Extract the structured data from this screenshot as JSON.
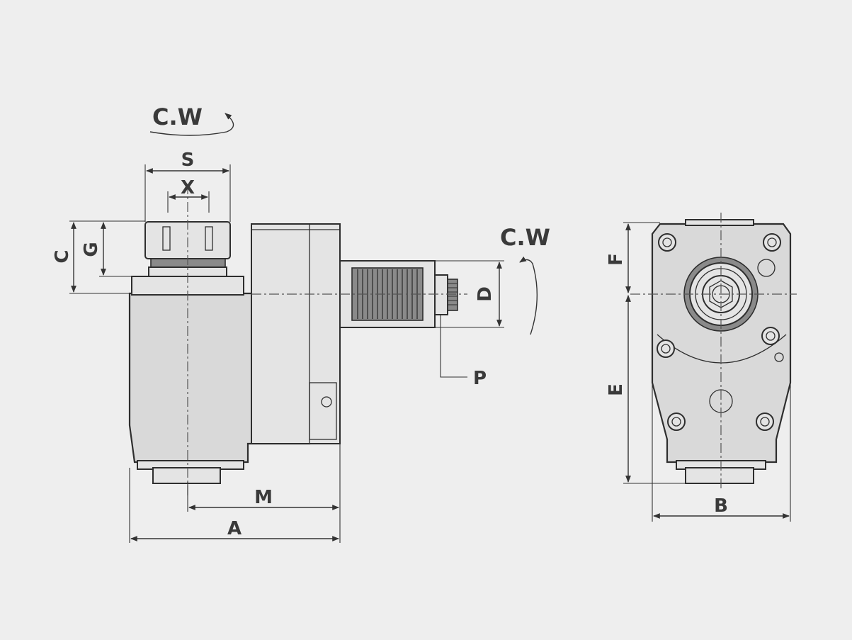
{
  "labels": {
    "cw_top": "C.W",
    "cw_right": "C.W",
    "S": "S",
    "X": "X",
    "C": "C",
    "G": "G",
    "D": "D",
    "P": "P",
    "M": "M",
    "A": "A",
    "F": "F",
    "E": "E",
    "B": "B"
  }
}
